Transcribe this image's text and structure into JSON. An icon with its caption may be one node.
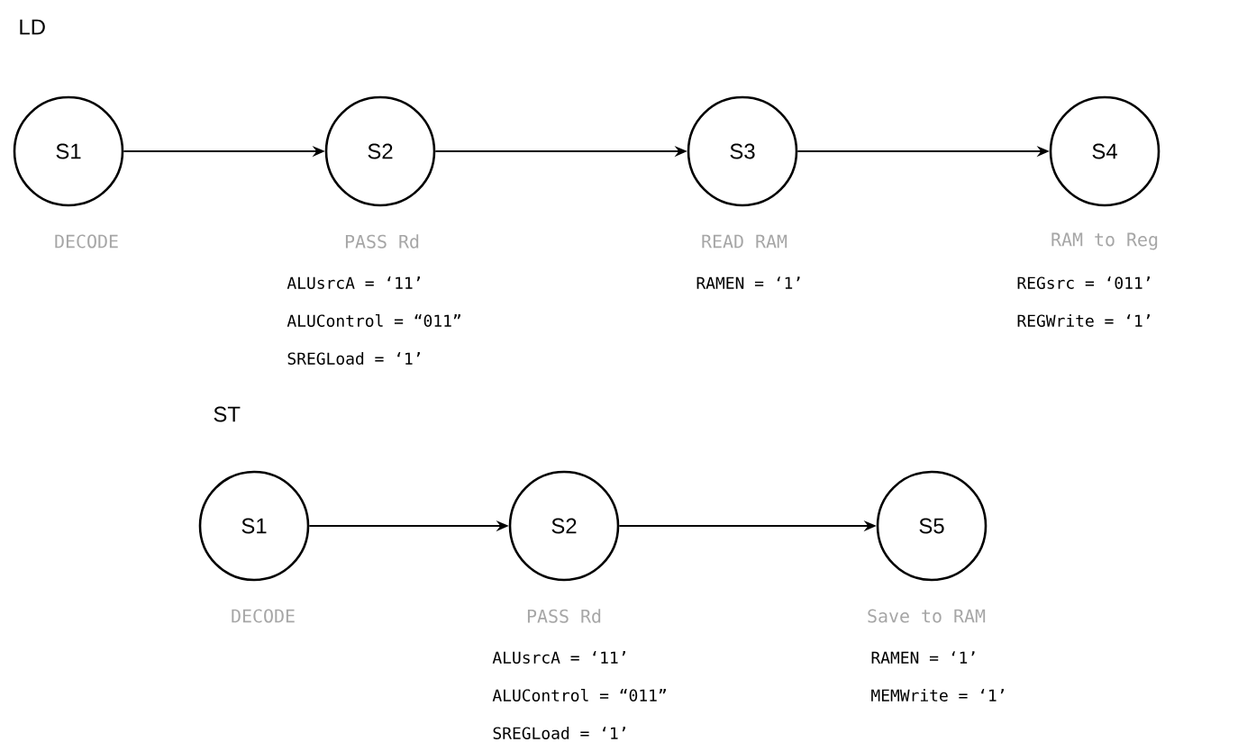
{
  "diagram": {
    "nodes": [
      {
        "text": [
          "S1"
        ],
        "beside": [
          "DECODE"
        ]
      },
      {
        "text": [
          "S2"
        ],
        "beside": [
          "PASS Rd",
          "ALUsrcA = ‘11’",
          "ALUControl = “011”",
          "SREGLoad = ‘1’"
        ]
      },
      {
        "text": [
          "S3"
        ],
        "beside": [
          "READ RAM",
          "RAMEN = ‘1’"
        ]
      },
      {
        "text": [
          "S4"
        ],
        "beside": [
          "RAM to Reg",
          "REGsrc = ‘011’",
          "REGWrite = ‘1’"
        ]
      },
      {
        "text": [
          "S1"
        ],
        "beside": [
          "DECODE"
        ]
      },
      {
        "text": [
          "S2"
        ],
        "beside": [
          "PASS Rd",
          "ALUsrcA = ‘11’",
          "ALUControl = “011”",
          "SREGLoad = ‘1’"
        ]
      },
      {
        "text": [
          "S5"
        ],
        "beside": [
          "Save to RAM",
          "RAMEN = ‘1’",
          "MEMWrite = ‘1’"
        ]
      }
    ],
    "edges": [
      {
        "from": 0,
        "to": 1,
        "arrow": "to"
      },
      {
        "from": 1,
        "to": 2,
        "arrow": "to"
      },
      {
        "from": 2,
        "to": 3,
        "arrow": "to"
      },
      {
        "from": 4,
        "to": 5,
        "arrow": "to"
      },
      {
        "from": 5,
        "to": 6,
        "arrow": "to"
      }
    ],
    "labels": [
      "LD",
      "ST"
    ]
  }
}
